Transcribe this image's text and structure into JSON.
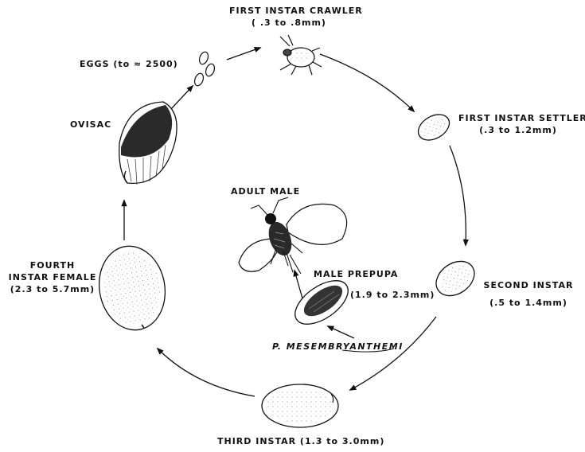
{
  "colors": {
    "ink": "#111111",
    "paper": "#ffffff"
  },
  "labels": {
    "first_instar_crawler": {
      "title": "FIRST INSTAR CRAWLER",
      "size": "( .3 to .8mm)"
    },
    "eggs": "EGGS (to ≈ 2500)",
    "ovisac": "OVISAC",
    "first_instar_settler": {
      "title": "FIRST INSTAR SETTLER",
      "size": "(.3 to 1.2mm)"
    },
    "adult_male": "ADULT MALE",
    "fourth_instar_female": {
      "line1": "FOURTH",
      "line2": "INSTAR FEMALE",
      "size": "(2.3 to 5.7mm)"
    },
    "male_prepupa": {
      "title": "MALE PREPUPA",
      "size": "(1.9 to 2.3mm)"
    },
    "second_instar": {
      "title": "SECOND INSTAR",
      "size": "(.5 to 1.4mm)"
    },
    "species": "P. MESEMBRYANTHEMI",
    "third_instar": "THIRD  INSTAR (1.3 to 3.0mm)"
  },
  "icons": [
    "eggs-icon",
    "crawler-icon",
    "ovisac-icon",
    "settler-icon",
    "second-instar-icon",
    "third-instar-icon",
    "fourth-instar-icon",
    "prepupa-icon",
    "adult-male-icon"
  ]
}
